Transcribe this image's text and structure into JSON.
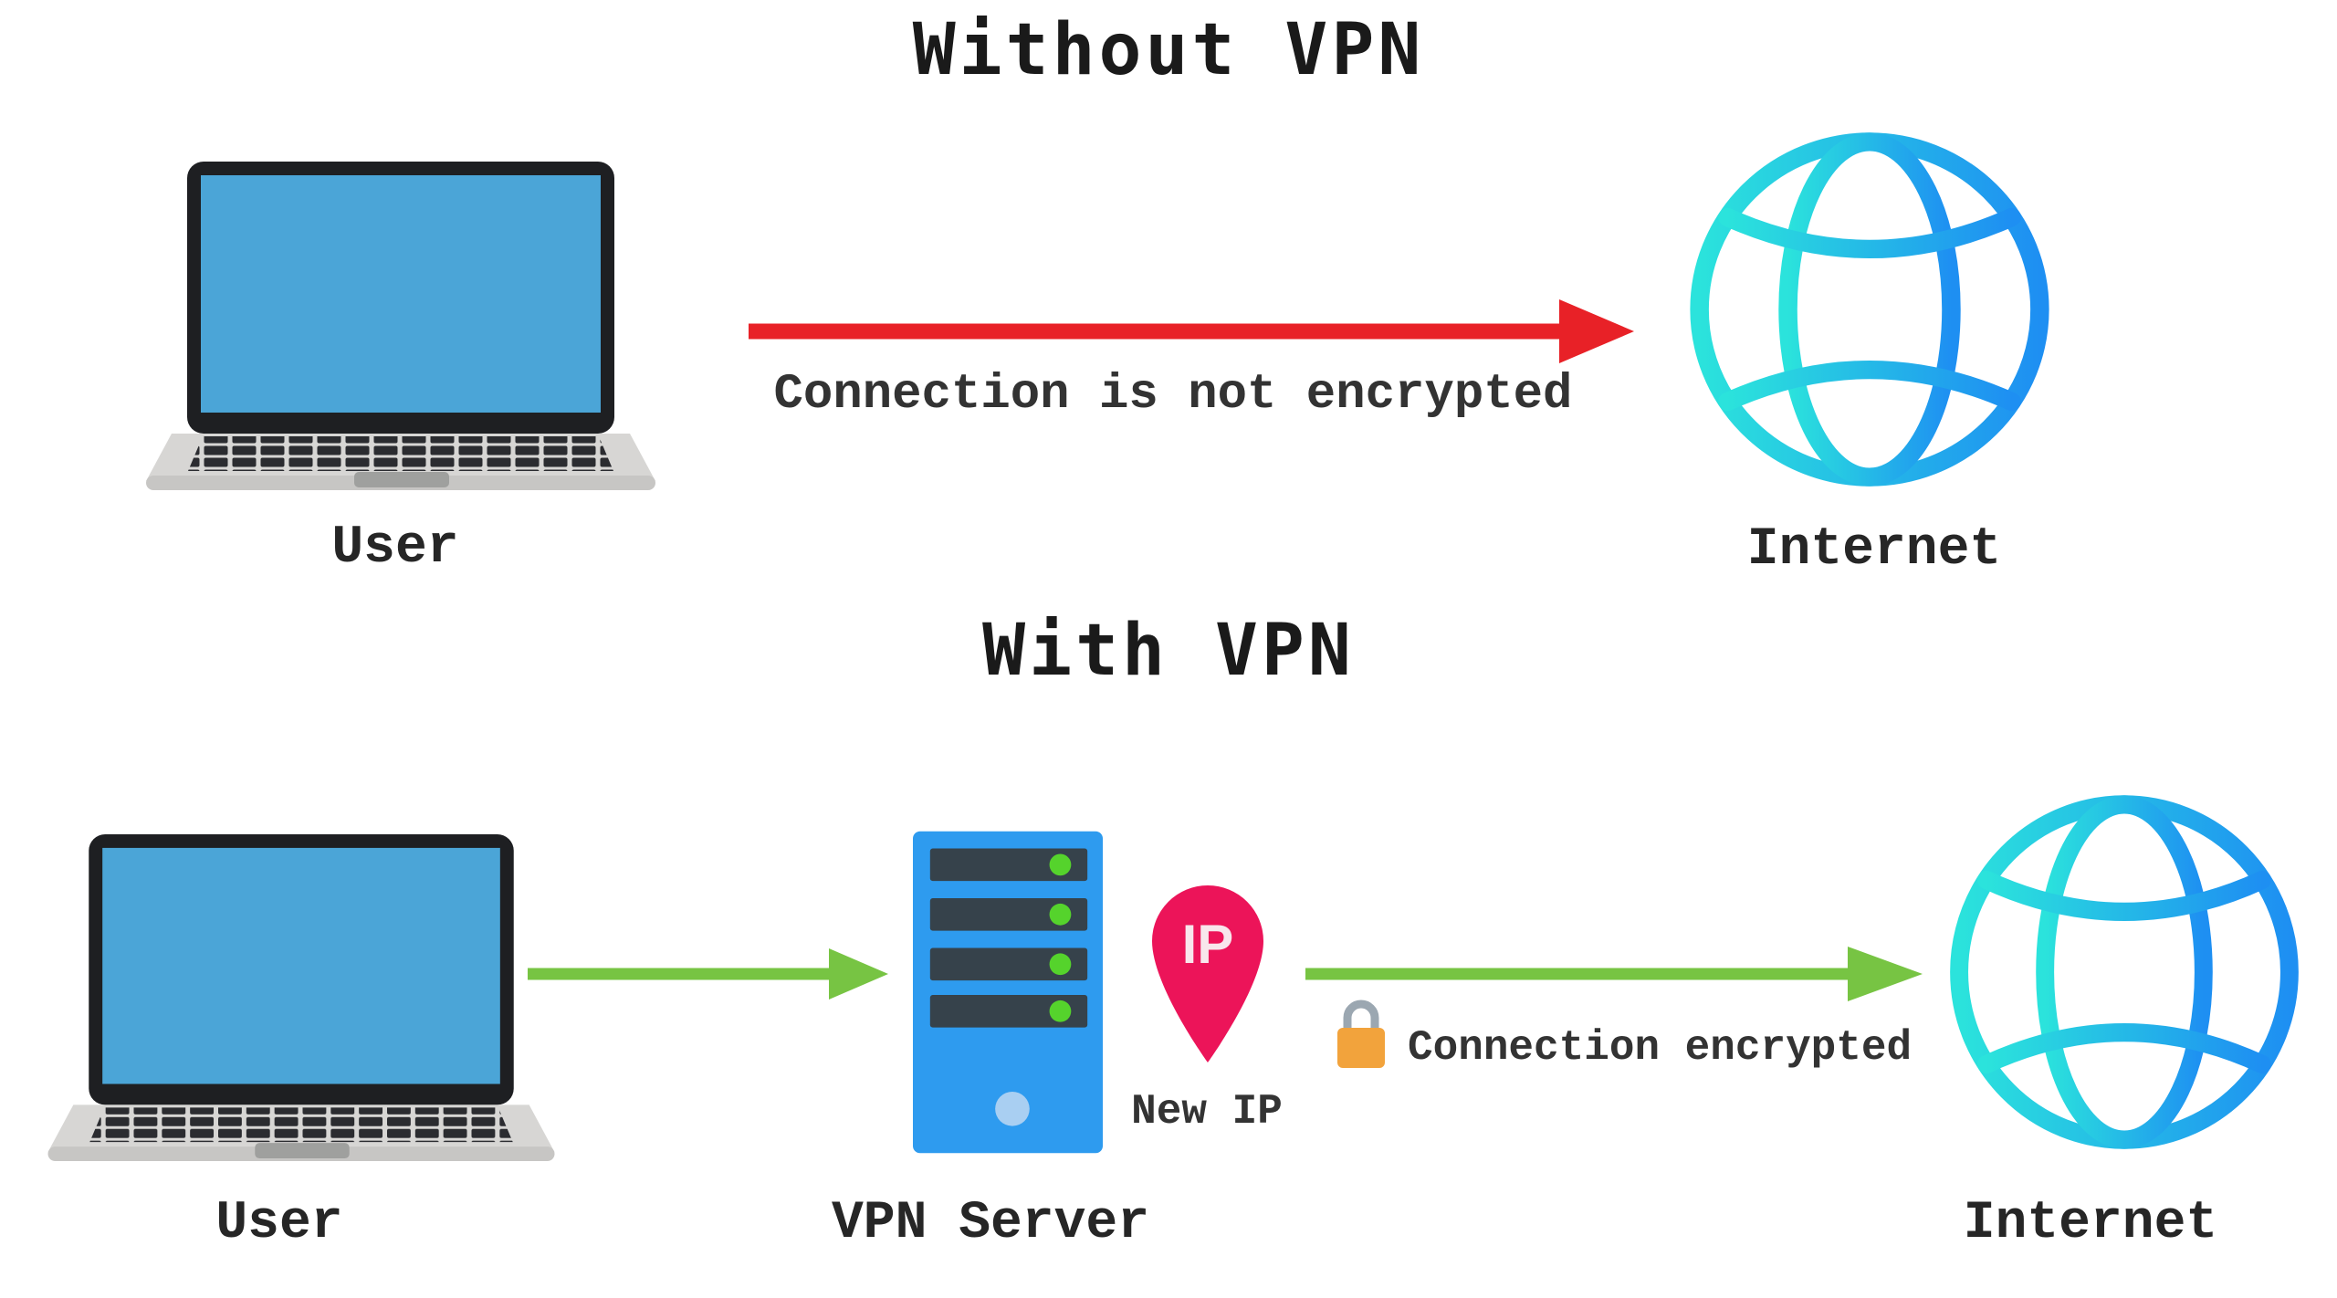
{
  "colors": {
    "background": "#FFFFFF",
    "title_text": "#1A1A1A",
    "label_text": "#262626",
    "caption_text": "#333333",
    "red_arrow": "#E82127",
    "green_arrow": "#77C443",
    "globe_cyan": "#2BE3DC",
    "globe_blue": "#1E8FF2",
    "laptop_bezel": "#1E1F22",
    "laptop_screen": "#4BA5D7",
    "laptop_base": "#D7D6D4",
    "laptop_keys": "#2B2C30",
    "laptop_trackpad": "#9FA09E",
    "server_blue": "#2E9BEF",
    "server_bay": "#36424B",
    "server_led": "#55D32C",
    "server_light": "#A9CFF2",
    "pin_pink": "#EC1459",
    "pin_text_color": "#F8E6EC",
    "lock_body": "#F2A33C",
    "lock_shackle": "#9BA7B1"
  },
  "without_vpn": {
    "title": "Without VPN",
    "user_label": "User",
    "connection_label": "Connection is not encrypted",
    "internet_label": "Internet"
  },
  "with_vpn": {
    "title": "With VPN",
    "user_label": "User",
    "server_label": "VPN Server",
    "pin_text": "IP",
    "new_ip_label": "New IP",
    "connection_label": "Connection encrypted",
    "internet_label": "Internet"
  }
}
